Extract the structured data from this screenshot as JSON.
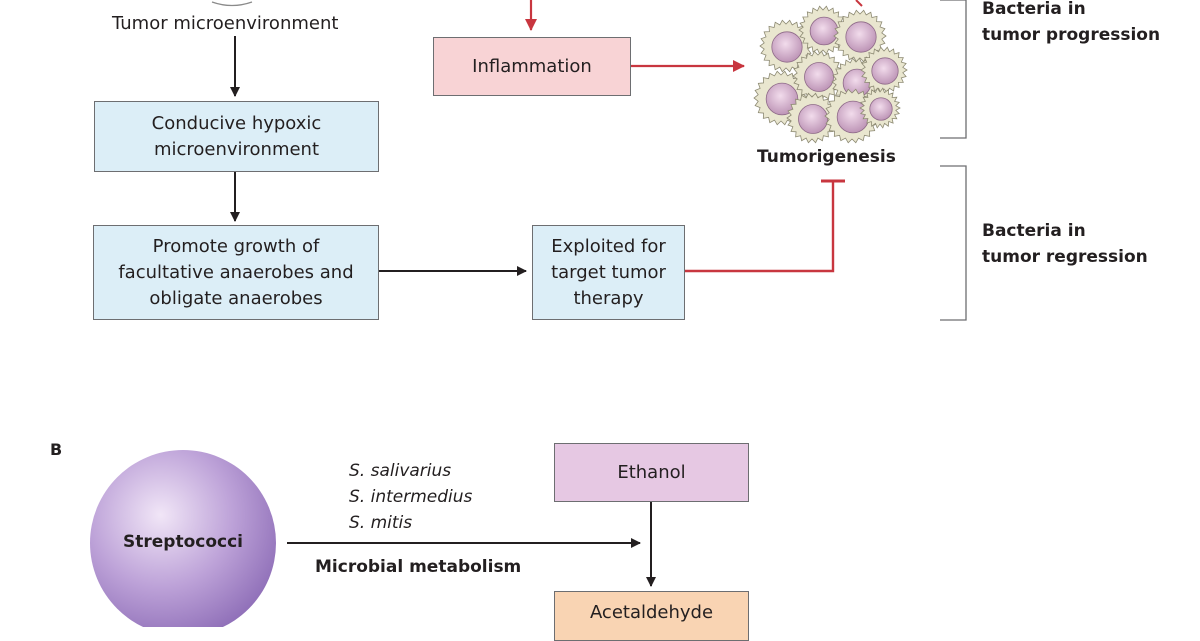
{
  "panel_a": {
    "tumor_microenvironment": "Tumor microenvironment",
    "hypoxic_box": [
      "Conducive hypoxic",
      "microenvironment"
    ],
    "anaerobes_box": [
      "Promote growth of",
      "facultative anaerobes and",
      "obligate anaerobes"
    ],
    "inflammation": "Inflammation",
    "exploited_box": [
      "Exploited for",
      "target tumor",
      "therapy"
    ],
    "tumorigenesis": "Tumorigenesis",
    "progression_label": [
      "Bacteria in",
      "tumor progression"
    ],
    "regression_label": [
      "Bacteria in",
      "tumor regression"
    ]
  },
  "panel_b": {
    "panel_label": "B",
    "streptococci": "Streptococci",
    "species": [
      "S. salivarius",
      "S. intermedius",
      "S. mitis"
    ],
    "process": "Microbial metabolism",
    "ethanol": "Ethanol",
    "acetaldehyde": "Acetaldehyde"
  },
  "colors": {
    "black_arrow": "#231f20",
    "red_arrow": "#c8363f",
    "blue_box": "#dceef7",
    "pink_box": "#f8d3d5",
    "lilac_box": "#e6c8e3",
    "peach_box": "#f9d4b3"
  }
}
